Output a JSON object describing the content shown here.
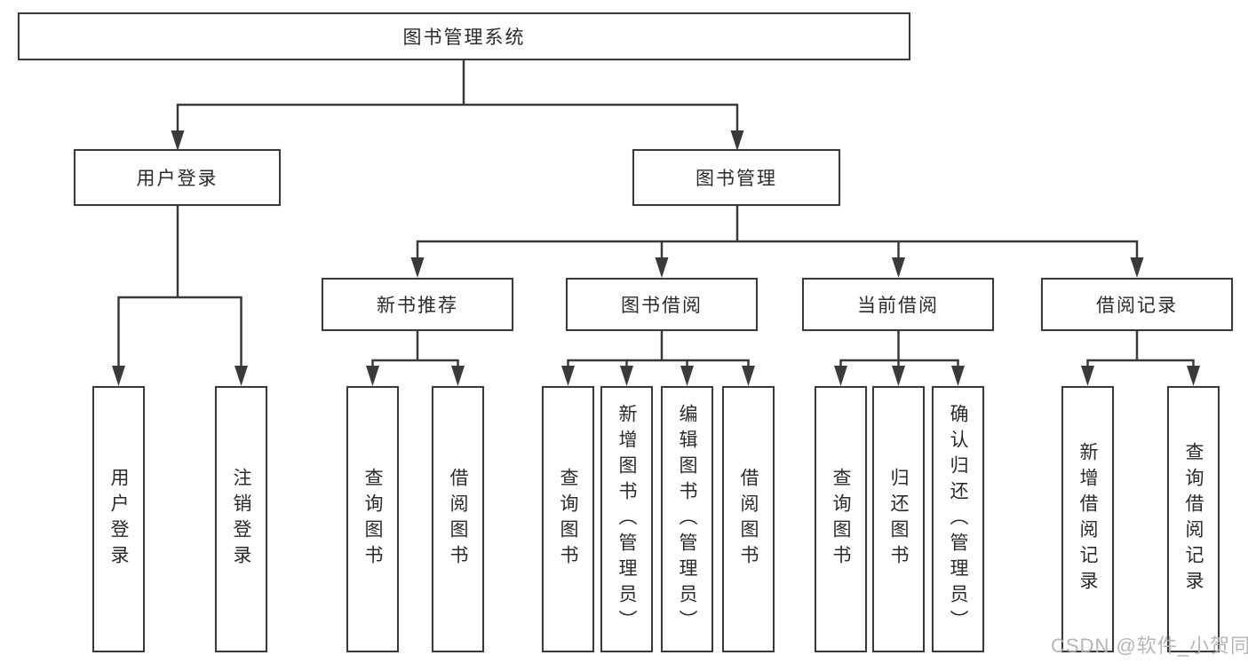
{
  "diagram": {
    "title": "图书管理系统",
    "branches": [
      {
        "label": "用户登录",
        "leaves": [
          "用户登录",
          "注销登录"
        ]
      },
      {
        "label": "图书管理",
        "groups": [
          {
            "label": "新书推荐",
            "leaves": [
              "查询图书",
              "借阅图书"
            ]
          },
          {
            "label": "图书借阅",
            "leaves": [
              "查询图书",
              "新增图书（管理员）",
              "编辑图书（管理员）",
              "借阅图书"
            ]
          },
          {
            "label": "当前借阅",
            "leaves": [
              "查询图书",
              "归还图书",
              "确认归还（管理员）"
            ]
          },
          {
            "label": "借阅记录",
            "leaves": [
              "新增借阅记录",
              "查询借阅记录"
            ]
          }
        ]
      }
    ]
  },
  "watermark": "CSDN @软件_小贺同学",
  "colors": {
    "line": "#3a3a3a",
    "text": "#2b2b2b",
    "watermark": "#b2b2b2",
    "background": "#ffffff"
  }
}
